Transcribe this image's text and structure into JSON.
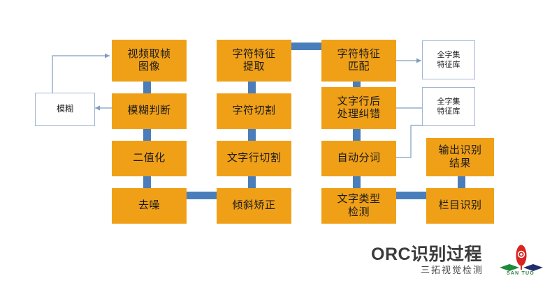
{
  "diagram": {
    "title_main": "ORC识别过程",
    "title_sub": "三拓视觉检测",
    "colors": {
      "node_fill": "#F0A017",
      "connector": "#4A7EBB",
      "wire": "#7F9DC0",
      "ref_border": "#9FB6D4",
      "logo_red": "#D9241F",
      "logo_green": "#1E8A3C",
      "logo_navy": "#1F2E6E"
    },
    "columns": [
      {
        "name": "preprocess",
        "nodes": [
          {
            "label": "视频取帧\n图像"
          },
          {
            "label": "模糊判断"
          },
          {
            "label": "二值化"
          },
          {
            "label": "去噪"
          }
        ]
      },
      {
        "name": "segmentation",
        "nodes": [
          {
            "label": "字符特征\n提取"
          },
          {
            "label": "字符切割"
          },
          {
            "label": "文字行切割"
          },
          {
            "label": "倾斜矫正"
          }
        ]
      },
      {
        "name": "recognition",
        "nodes": [
          {
            "label": "字符特征\n匹配"
          },
          {
            "label": "文字行后\n处理纠错"
          },
          {
            "label": "自动分词"
          },
          {
            "label": "文字类型\n检测"
          }
        ]
      },
      {
        "name": "output",
        "nodes": [
          {
            "label": "输出识别\n结果"
          },
          {
            "label": "栏目识别"
          }
        ]
      }
    ],
    "reference_nodes": [
      {
        "name": "blur-check",
        "label": "模糊"
      },
      {
        "name": "charset-db-1",
        "label": "全字集\n特征库"
      },
      {
        "name": "charset-db-2",
        "label": "全字集\n特征库"
      }
    ],
    "logo": {
      "brand": "SAN TUO"
    }
  }
}
